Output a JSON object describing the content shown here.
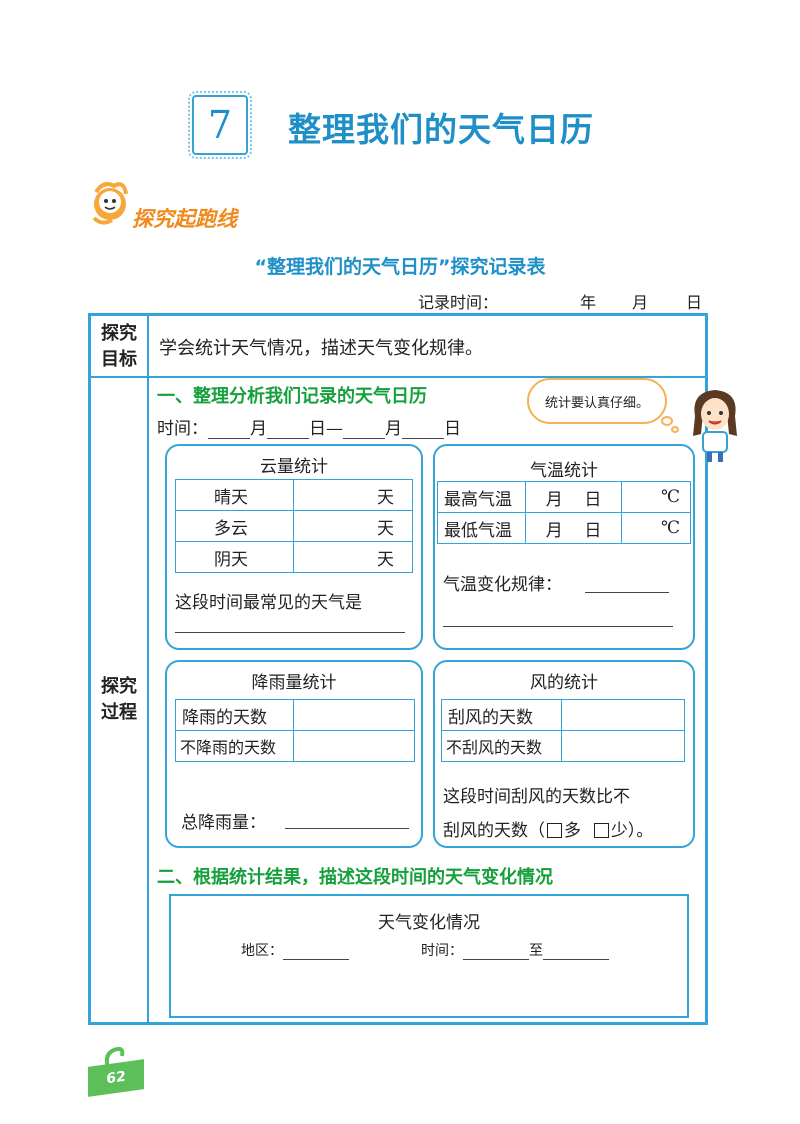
{
  "lesson": {
    "number": "7",
    "title": "整理我们的天气日历"
  },
  "section_label": "探究起跑线",
  "table_title": "“整理我们的天气日历”探究记录表",
  "record_time": {
    "label": "记录时间：",
    "year": "年",
    "month": "月",
    "day": "日"
  },
  "goal": {
    "header_line1": "探究",
    "header_line2": "目标",
    "text": "学会统计天气情况，描述天气变化规律。"
  },
  "process": {
    "header_line1": "探究",
    "header_line2": "过程"
  },
  "part1": {
    "heading": "一、整理分析我们记录的天气日历",
    "time_label": "时间：",
    "month": "月",
    "day_dash": "日—",
    "month2": "月",
    "day2": "日"
  },
  "bubble": "统计要认真仔细。",
  "cloud": {
    "title": "云量统计",
    "rows": [
      {
        "label": "晴天",
        "unit": "天"
      },
      {
        "label": "多云",
        "unit": "天"
      },
      {
        "label": "阴天",
        "unit": "天"
      }
    ],
    "question": "这段时间最常见的天气是"
  },
  "temp": {
    "title": "气温统计",
    "rows": [
      {
        "label": "最高气温",
        "month": "月",
        "day": "日",
        "unit": "℃"
      },
      {
        "label": "最低气温",
        "month": "月",
        "day": "日",
        "unit": "℃"
      }
    ],
    "rule_label": "气温变化规律："
  },
  "rain": {
    "title": "降雨量统计",
    "rows": [
      {
        "label": "降雨的天数"
      },
      {
        "label": "不降雨的天数"
      }
    ],
    "total_label": "总降雨量："
  },
  "wind": {
    "title": "风的统计",
    "rows": [
      {
        "label": "刮风的天数"
      },
      {
        "label": "不刮风的天数"
      }
    ],
    "question_line1": "这段时间刮风的天数比不",
    "question_line2_a": "刮风的天数（",
    "option_more": "多",
    "option_less": "少）。"
  },
  "part2": {
    "heading": "二、根据统计结果，描述这段时间的天气变化情况",
    "box_title": "天气变化情况",
    "region_label": "地区：",
    "time_label": "时间：",
    "to": "至"
  },
  "page_number": "62"
}
